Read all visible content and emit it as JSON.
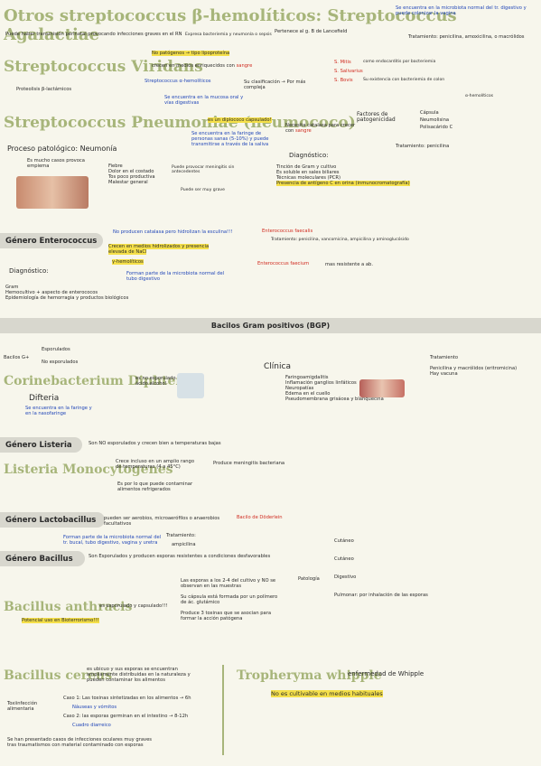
{
  "s1": {
    "otros": "Otros streptococcus β-hemolíticos:",
    "agal": "Streptococcus Agalactiae",
    "agal_note": "Se encuentra en la microbiota normal del tr. digestivo y puede colonizar la vagina",
    "rate": "Puede haber transmisión perinatal provocando infecciones graves en el RN",
    "rate_note": "Expresa bacteriemia y neumonía o sepsis",
    "pertenece": "Pertenece al g. B de Lancefield",
    "tratamiento": "Tratamiento: penicilina, amoxicilina, o macrólidos"
  },
  "viridans": {
    "title": "Streptococcus Viridans",
    "no_pat": "No patógenos → tipo lipoproteína",
    "crecen": "crecen en medios enriquecidos con",
    "sangre": "sangre",
    "alfa": "Streptococcus α-hemolíticos",
    "encuentra": "Se encuentra en la mucosa oral y vías digestivas",
    "alfa_h": "α-hemolíticos",
    "proteolis": "Proteolisis β-lactámicos",
    "clasif": "Su clasificación → Por más compleja",
    "mutans": "S. Mitis",
    "salivar": "S. Salivarius",
    "bovis": "S. Bovis",
    "mutans_note": "como endocarditis por bacteriemia",
    "bovis_note": "Su existencia con bacteriemia de colon"
  },
  "pneumo": {
    "title": "Streptococcus Pneumoniae (neumococo)",
    "diplococo": "es un diplococo capsulado!",
    "encuentra": "Se encuentra en la faringe de personas sanas (5-10%) y puede transmitirse a través de la saliva",
    "necesita": "Necesita catalasa para crecer con",
    "sangre": "sangre",
    "proceso": "Proceso patológico: Neumonía",
    "mucho": "Es mucho casos provoca empiema",
    "factores": "Factores de patogenicidad",
    "capsula": "Cápsula",
    "neumolisina": "Neumolisina",
    "proteina_c": "Polisacárido C",
    "sintomas": [
      "Fiebre",
      "Dolor en el costado",
      "Tos poco productiva",
      "Malestar general"
    ],
    "puede": "Puede provocar meningitis sin antecedentes",
    "grave": "Puede ser muy grave",
    "diagnostico": "Diagnóstico:",
    "tratamiento": "Tratamiento: penicilina",
    "diag_items": [
      "Tinción de Gram y cultivo",
      "Es soluble en sales biliares",
      "Técnicas moleculares (PCR)",
      "Presencia de antígeno C en orina (inmunocromatografía)"
    ]
  },
  "enterococcus": {
    "title": "Género Enterococcus",
    "no_catalasa": "No producen catalasa pero hidrolizan la esculina!!!",
    "crecen": "Crecen en medios hidrolizados y presencia elevada de NaCl",
    "hemoliticos": "γ-hemolíticos",
    "forman": "Forman parte de la microbiota normal del tubo digestivo",
    "diagnostico": "Diagnóstico:",
    "diag_items": [
      "Gram",
      "Hemocultivo + aspecto de enterococos",
      "Epidemiología de hemorragia y productos biológicos"
    ],
    "faecalis": "Enterococcus faecalis",
    "faecalis_note": "Tratamiento: penicilina, vancomicina, ampicilina y aminoglucósido",
    "faecium": "Enterococcus faecium",
    "faecium_note": "mas resistente a ab."
  },
  "bgp": {
    "title": "Bacilos Gram positivos (BGP)"
  },
  "bacilos": {
    "esporulados": "Esporulados",
    "no_esporulados": "No esporulados",
    "label": "Bacilos G+",
    "corine": "Corinebacterium Diphteriae",
    "corine_note": "es no esporulado y no ácido alcohol",
    "difteria": "Difteria",
    "difteria_note": "Se encuentra en la faringe y en la nasofaringe",
    "clinica": "Clínica",
    "clinica_items": [
      "Faringoamigdalitis",
      "Inflamación ganglios linfáticos",
      "Neuropatías",
      "Edema en el cuello",
      "Pseudomembrana grisácea y blanquecina"
    ],
    "tratamiento": "Tratamiento",
    "trat_items": [
      "Penicilina y macrólidos (eritromicina)",
      "Hay vacuna"
    ]
  },
  "listeria": {
    "title": "Género Listeria",
    "note": "Son NO esporulados y crecen bien a temperaturas bajas",
    "mono": "Listeria Monocytogenes",
    "crece": "Crece incluso en un amplio rango de temperaturas (4 a 45°C)",
    "produce": "Produce meningitis bacteriana",
    "note2": "Es por lo que puede contaminar alimentos refrigerados"
  },
  "lacto": {
    "title": "Género Lactobacillus",
    "note": "pueden ser aerobios, microaerófilos o anaerobios facultativos",
    "doderlein": "Bacilo de Döderlein",
    "forman": "Forman parte de la microbiota normal del tr. bucal, tubo digestivo, vagina y uretra",
    "tratamiento": "Tratamiento:",
    "trat_val": "ampicilina"
  },
  "bacillus": {
    "title": "Género Bacillus",
    "note": "Son Esporulados y producen esporas resistentes a condiciones desfavorables",
    "anthracis": "Bacillus anthracis",
    "anthracis_note": "es esporulado y capsulado!!!",
    "potencial": "Potencial uso en Bioterrorismo!!!",
    "points": [
      "Las esporas a los 2-4 del cultivo y NO se observan en las muestras",
      "Su cápsula está formada por un polímero de ác. glutámico",
      "Produce 3 toxinas que se asocian para formar la acción patógena"
    ],
    "patologia": "Patología",
    "pat_items": [
      "Cutáneo",
      "Cutáneo",
      "Digestivo",
      "Pulmonar: por inhalación de las esporas"
    ],
    "cereus": "Bacillus cereus",
    "cereus_note": "es ubicuo y sus esporas se encuentran ampliamente distribuidas en la naturaleza y pueden contaminar los alimentos",
    "toxi": "Toxiinfección alimentaria",
    "caso1": "Caso 1: Las toxinas sintetizadas en los alimentos → 6h",
    "caso1_b": "Náuseas y vómitos",
    "caso2": "Caso 2: las esporas germinan en el intestino → 8-12h",
    "caso2_b": "Cuadro diarreico",
    "footer": "Se han presentado casos de infecciones oculares muy graves tras traumatismos con material contaminado con esporas"
  },
  "whipple": {
    "title": "Tropheryma whipple",
    "note": "enfermedad de Whipple",
    "no_cult": "No es cultivable en medios habituales"
  },
  "colors": {
    "accent": "#a7b57a",
    "band": "#d8d7ce",
    "blue": "#2146b8",
    "red": "#d02a1f",
    "yellow": "#f5e04a",
    "orange": "#f3a24a"
  }
}
